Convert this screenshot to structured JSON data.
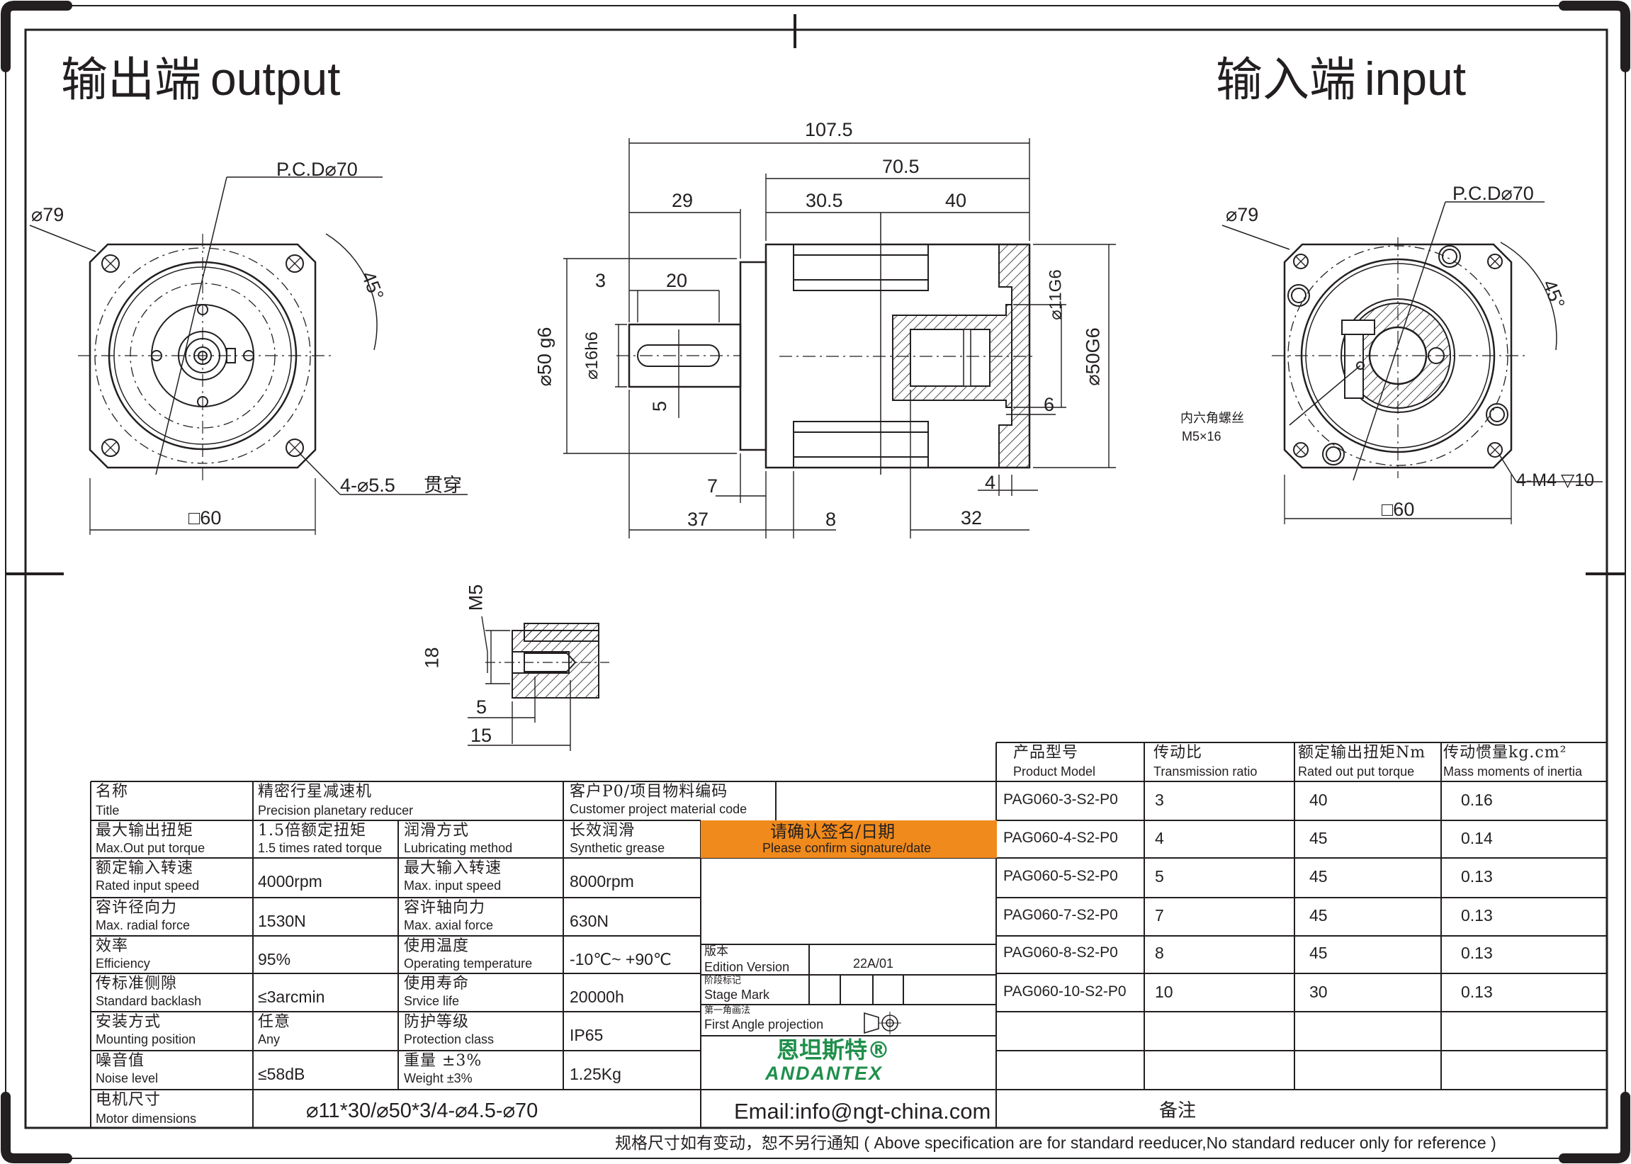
{
  "headings": {
    "output_zh": "输出端",
    "output_en": "output",
    "input_zh": "输入端",
    "input_en": "input"
  },
  "left_view": {
    "pcd": "P.C.D⌀70",
    "dia": "⌀79",
    "angle": "45°",
    "holes": "4-⌀5.5",
    "holes_note": "贯穿",
    "square": "□60"
  },
  "side_view": {
    "d_107_5": "107.5",
    "d_70_5": "70.5",
    "d_29": "29",
    "d_30_5": "30.5",
    "d_40": "40",
    "d_3": "3",
    "d_20": "20",
    "d_5": "5",
    "d_50g6": "⌀50 g6",
    "d_16h6": "⌀16h6",
    "d_11g6": "⌀11G6",
    "d_50G6": "⌀50G6",
    "d_6": "6",
    "d_7": "7",
    "d_4": "4",
    "d_37": "37",
    "d_8": "8",
    "d_32": "32"
  },
  "right_view": {
    "pcd": "P.C.D⌀70",
    "dia": "⌀79",
    "angle": "45°",
    "screw_zh": "内六角螺丝",
    "screw": "M5×16",
    "holes": "4-M4",
    "holes_depth": "▽10",
    "square": "□60"
  },
  "detail_view": {
    "m5": "M5",
    "d_18": "18",
    "d_5": "5",
    "d_15": "15"
  },
  "spec_table": {
    "title_zh": "名称",
    "title_en": "Title",
    "title_val_zh": "精密行星减速机",
    "title_val_en": "Precision planetary reducer",
    "customer_zh": "客户P0/项目物料编码",
    "customer_en": "Customer project material code",
    "confirm_zh": "请确认签名/日期",
    "confirm_en": "Please confirm signature/date",
    "rows": [
      {
        "l_zh": "最大输出扭矩",
        "l_en": "Max.Out put torque",
        "v1_zh": "1.5倍额定扭矩",
        "v1_en": "1.5 times rated torque",
        "l2_zh": "润滑方式",
        "l2_en": "Lubricating method",
        "v2_zh": "长效润滑",
        "v2_en": "Synthetic grease"
      },
      {
        "l_zh": "额定输入转速",
        "l_en": "Rated input speed",
        "v1": "4000rpm",
        "l2_zh": "最大输入转速",
        "l2_en": "Max. input speed",
        "v2": "8000rpm"
      },
      {
        "l_zh": "容许径向力",
        "l_en": "Max. radial force",
        "v1": "1530N",
        "l2_zh": "容许轴向力",
        "l2_en": "Max. axial force",
        "v2": "630N"
      },
      {
        "l_zh": "效率",
        "l_en": "Efficiency",
        "v1": "95%",
        "l2_zh": "使用温度",
        "l2_en": "Operating temperature",
        "v2": "-10℃~ +90℃"
      },
      {
        "l_zh": "传标准侧隙",
        "l_en": "Standard backlash",
        "v1": "≤3arcmin",
        "l2_zh": "使用寿命",
        "l2_en": "Srvice life",
        "v2": "20000h"
      },
      {
        "l_zh": "安装方式",
        "l_en": "Mounting position",
        "v1_zh": "任意",
        "v1_en": "Any",
        "l2_zh": "防护等级",
        "l2_en": "Protection class",
        "v2": "IP65"
      },
      {
        "l_zh": "噪音值",
        "l_en": "Noise level",
        "v1": "≤58dB",
        "l2_zh": "重量 ±3%",
        "l2_en": "Weight ±3%",
        "v2": "1.25Kg"
      }
    ],
    "motor_zh": "电机尺寸",
    "motor_en": "Motor dimensions",
    "motor_val": "⌀11*30/⌀50*3/4-⌀4.5-⌀70",
    "edition_zh": "版本",
    "edition_en": "Edition Version",
    "edition_val": "22A/01",
    "stage_zh": "阶段标记",
    "stage_en": "Stage Mark",
    "proj_zh": "第一角画法",
    "proj_en": "First Angle projection",
    "logo_zh": "恩坦斯特®",
    "logo_en": "ANDANTEX",
    "email": "Email:info@ngt-china.com",
    "remark": "备注"
  },
  "model_table": {
    "headers": [
      {
        "zh": "产品型号",
        "en": "Product Model"
      },
      {
        "zh": "传动比",
        "en": "Transmission ratio"
      },
      {
        "zh": "额定输出扭矩Nm",
        "en": "Rated out put torque"
      },
      {
        "zh": "传动惯量kg.cm²",
        "en": "Mass moments of inertia"
      }
    ],
    "rows": [
      [
        "PAG060-3-S2-P0",
        "3",
        "40",
        "0.16"
      ],
      [
        "PAG060-4-S2-P0",
        "4",
        "45",
        "0.14"
      ],
      [
        "PAG060-5-S2-P0",
        "5",
        "45",
        "0.13"
      ],
      [
        "PAG060-7-S2-P0",
        "7",
        "45",
        "0.13"
      ],
      [
        "PAG060-8-S2-P0",
        "8",
        "45",
        "0.13"
      ],
      [
        "PAG060-10-S2-P0",
        "10",
        "30",
        "0.13"
      ]
    ]
  },
  "footer": "规格尺寸如有变动，恕不另行通知 ( Above specification are for standard reeducer,No standard reducer only for reference )"
}
